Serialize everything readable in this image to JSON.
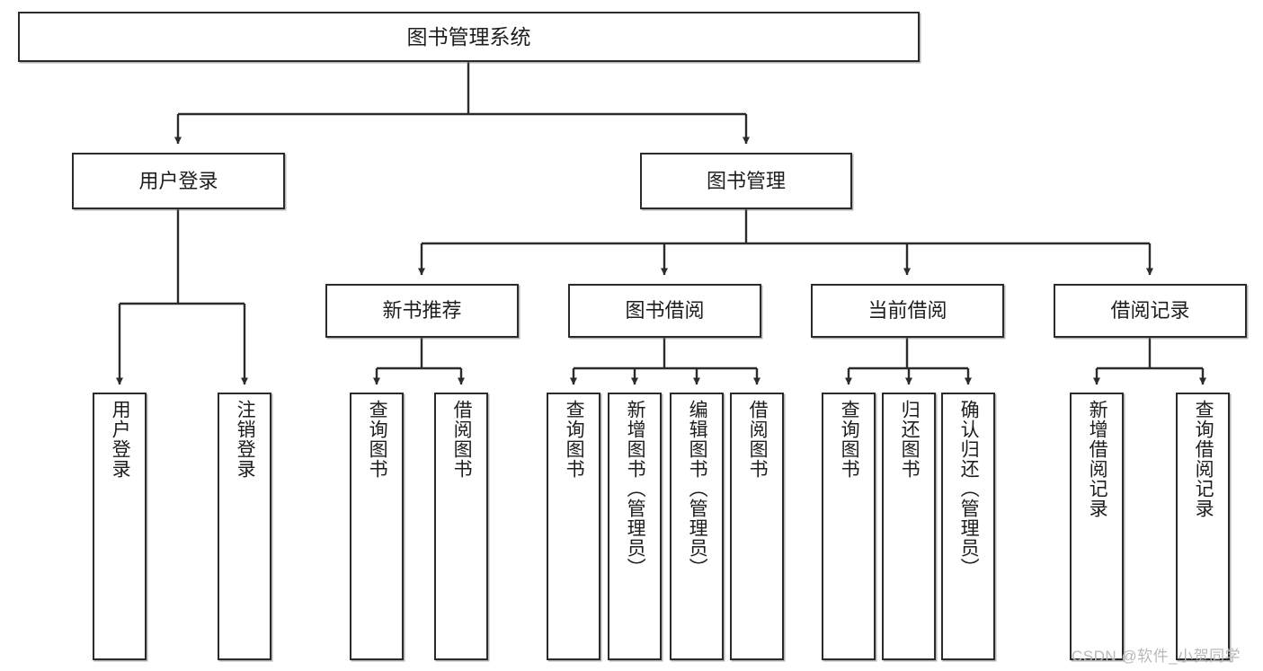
{
  "diagram": {
    "type": "tree",
    "title": "图书管理系统",
    "watermark": "CSDN @软件_小贺同学",
    "colors": {
      "stroke": "#2b2b2b",
      "fill": "#ffffff",
      "text": "#1d1d1d",
      "watermark": "#b9b9b9"
    },
    "nodes": {
      "root": {
        "label": "图书管理系统"
      },
      "level2": [
        {
          "label": "用户登录"
        },
        {
          "label": "图书管理"
        }
      ],
      "level3": [
        {
          "label": "新书推荐"
        },
        {
          "label": "图书借阅"
        },
        {
          "label": "当前借阅"
        },
        {
          "label": "借阅记录"
        }
      ],
      "leaves": {
        "user_login": [
          {
            "label": "用户登录"
          },
          {
            "label": "注销登录"
          }
        ],
        "new_book_recommend": [
          {
            "label": "查询图书"
          },
          {
            "label": "借阅图书"
          }
        ],
        "book_borrow": [
          {
            "label": "查询图书"
          },
          {
            "label": "新增图书（管理员）"
          },
          {
            "label": "编辑图书（管理员）"
          },
          {
            "label": "借阅图书"
          }
        ],
        "current_borrow": [
          {
            "label": "查询图书"
          },
          {
            "label": "归还图书"
          },
          {
            "label": "确认归还（管理员）"
          }
        ],
        "borrow_records": [
          {
            "label": "新增借阅记录"
          },
          {
            "label": "查询借阅记录"
          }
        ]
      }
    }
  }
}
